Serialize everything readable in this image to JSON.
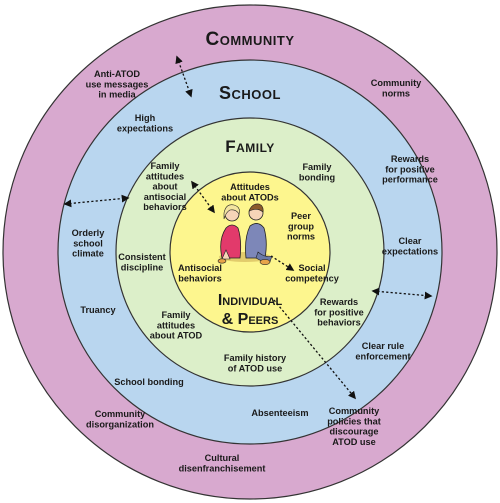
{
  "rings": {
    "community": {
      "title": "Community",
      "color": "#d8a9cf"
    },
    "school": {
      "title": "School",
      "color": "#b9d6ef"
    },
    "family": {
      "title": "Family",
      "color": "#dcefc9"
    },
    "core": {
      "title_line1": "Individual",
      "title_line2": "& Peers",
      "color": "#fdf68e"
    }
  },
  "community_labels": {
    "anti_atod": [
      "Anti-ATOD",
      "use messages",
      "in media"
    ],
    "norms": [
      "Community",
      "norms"
    ],
    "disorganization": [
      "Community",
      "disorganization"
    ],
    "policies": [
      "Community",
      "policies that",
      "discourage",
      "ATOD use"
    ],
    "cultural": [
      "Cultural",
      "disenfranchisement"
    ]
  },
  "school_labels": {
    "high_expectations": [
      "High",
      "expectations"
    ],
    "rewards": [
      "Rewards",
      "for positive",
      "performance"
    ],
    "orderly": [
      "Orderly",
      "school",
      "climate"
    ],
    "clear_expectations": [
      "Clear",
      "expectations"
    ],
    "truancy": [
      "Truancy"
    ],
    "clear_rule": [
      "Clear rule",
      "enforcement"
    ],
    "bonding": [
      "School bonding"
    ],
    "absenteeism": [
      "Absenteeism"
    ]
  },
  "family_labels": {
    "attitudes_antisocial": [
      "Family",
      "attitudes",
      "about",
      "antisocial",
      "behaviors"
    ],
    "bonding": [
      "Family",
      "bonding"
    ],
    "consistent": [
      "Consistent",
      "discipline"
    ],
    "rewards": [
      "Rewards",
      "for positive",
      "behaviors"
    ],
    "attitudes_atod": [
      "Family",
      "attitudes",
      "about ATOD"
    ],
    "history": [
      "Family history",
      "of ATOD use"
    ]
  },
  "core_labels": {
    "attitudes": [
      "Attitudes",
      "about ATODs"
    ],
    "peer_norms": [
      "Peer",
      "group",
      "norms"
    ],
    "antisocial": [
      "Antisocial",
      "behaviors"
    ],
    "social_comp": [
      "Social",
      "competency"
    ]
  },
  "icons": {
    "children": "children-illustration-icon"
  }
}
